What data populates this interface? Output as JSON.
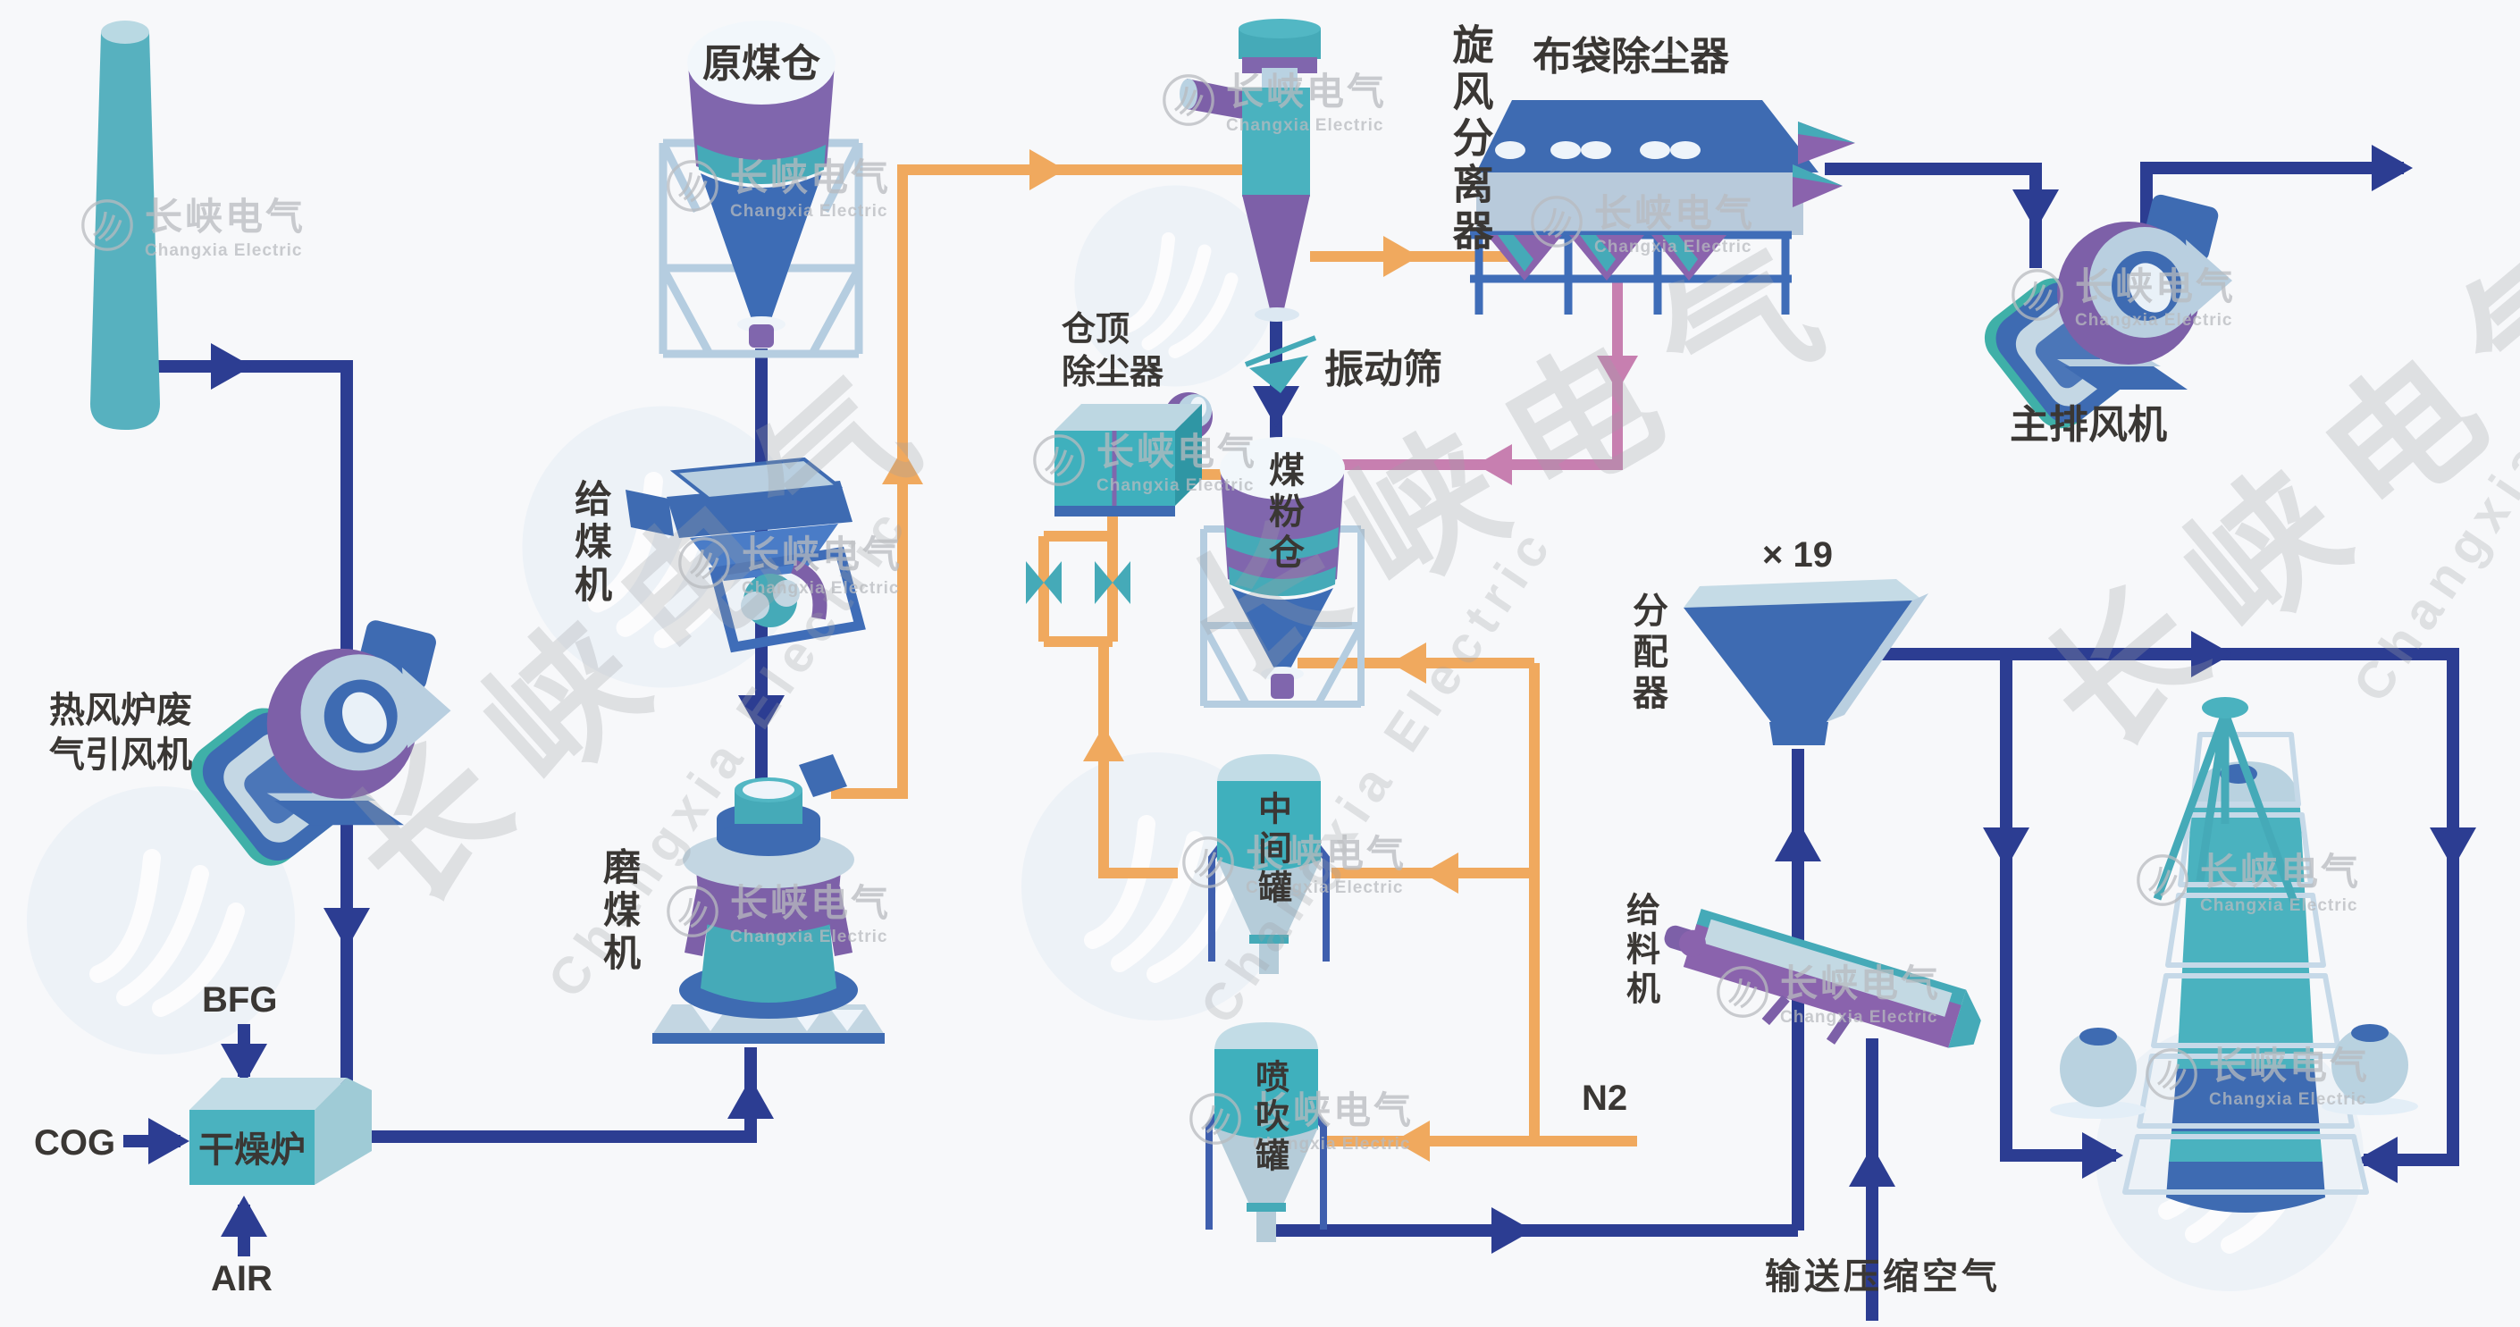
{
  "watermark": {
    "cn": "长峡电气",
    "en": "Changxia Electric"
  },
  "colors": {
    "background": "#f7f8fa",
    "pipe_main": "#2c3d92",
    "pipe_gas": "#f0a95e",
    "pipe_recycle": "#c77fb0",
    "equipment_teal": "#4ab2bf",
    "equipment_purple": "#7d60a8",
    "equipment_blue": "#3e6bb2",
    "equipment_lightblue": "#bad2e2",
    "frame_light": "#b5cde0",
    "text": "#3a3734"
  },
  "labels": {
    "raw_coal_bunker": "原煤仓",
    "coal_feeder": "给煤机",
    "coal_mill": "磨煤机",
    "cyclone": "旋风分离器",
    "vibrating_screen": "振动筛",
    "silo_top_dust_collector": "仓顶\n除尘器",
    "coal_powder_silo": "煤粉仓",
    "bag_filter": "布袋除尘器",
    "main_exhaust_fan": "主排风机",
    "hot_stove_fan": "热风炉废\n气引风机",
    "intermediate_tank": "中间罐",
    "injection_tank": "喷吹罐",
    "distributor": "分配器",
    "distributor_count": "× 19",
    "feeder": "给料机",
    "n2": "N2",
    "bfg": "BFG",
    "cog": "COG",
    "air": "AIR",
    "drying_furnace": "干燥炉",
    "compressed_air": "输送压缩空气"
  }
}
